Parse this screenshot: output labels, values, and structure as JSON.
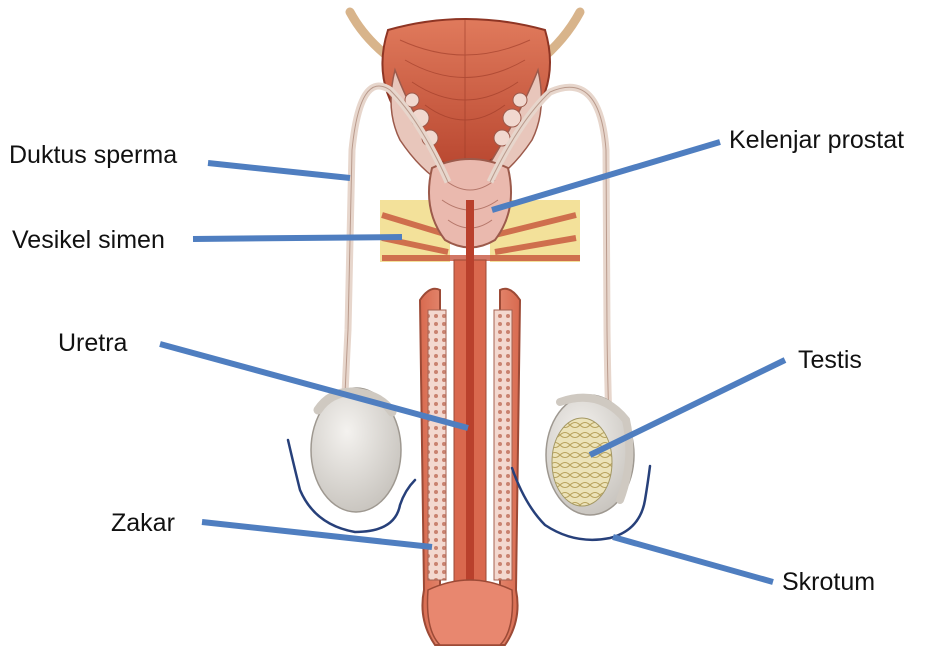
{
  "labels": {
    "duktus_sperma": "Duktus sperma",
    "vesikel_simen": "Vesikel simen",
    "uretra": "Uretra",
    "zakar": "Zakar",
    "kelenjar_prostat": "Kelenjar prostat",
    "testis": "Testis",
    "skrotum": "Skrotum"
  },
  "colors": {
    "leader_line": "#4f7ec0",
    "scrotum_outline": "#27407a",
    "muscle": "#c9573f",
    "tissue_pink": "#eab9ae",
    "fat": "#f3e19a",
    "testis": "#d9d6d1"
  }
}
